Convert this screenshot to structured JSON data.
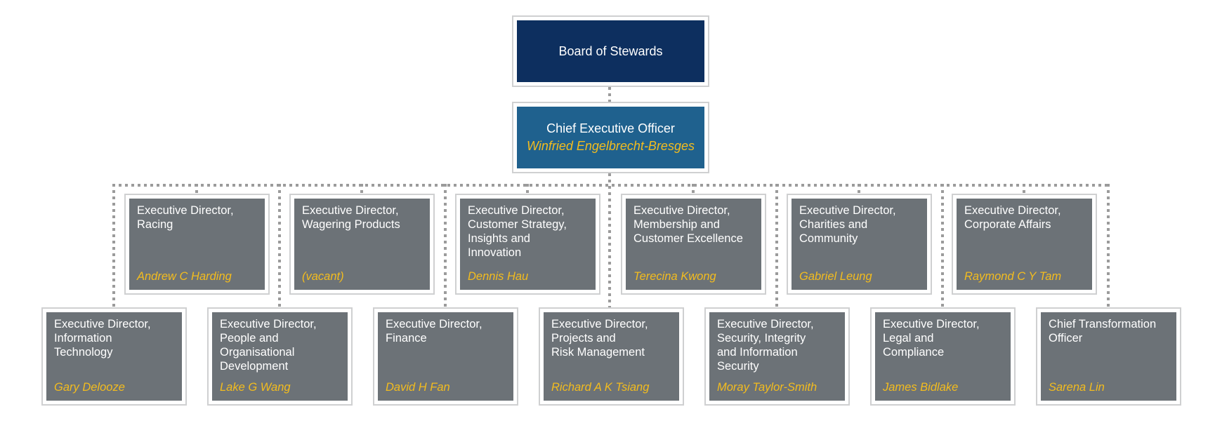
{
  "colors": {
    "navy": "#0d2f5f",
    "blue": "#1f618e",
    "gray": "#6c7277",
    "yellow": "#f3bc1e",
    "frame": "#cfd0d1",
    "dot": "#9b9b9b"
  },
  "org": {
    "board": {
      "title": "Board of Stewards"
    },
    "ceo": {
      "title": "Chief Executive Officer",
      "name": "Winfried Engelbrecht-Bresges"
    },
    "level2": [
      {
        "title": "Executive Director,\nRacing",
        "name": "Andrew C Harding"
      },
      {
        "title": "Executive Director,\nWagering Products",
        "name": "(vacant)"
      },
      {
        "title": "Executive Director,\nCustomer Strategy,\nInsights and\nInnovation",
        "name": "Dennis Hau"
      },
      {
        "title": "Executive Director,\nMembership and\nCustomer Excellence",
        "name": "Terecina Kwong"
      },
      {
        "title": "Executive Director,\nCharities and\nCommunity",
        "name": "Gabriel Leung"
      },
      {
        "title": "Executive Director,\nCorporate Affairs",
        "name": "Raymond C Y Tam"
      }
    ],
    "level3": [
      {
        "title": "Executive Director,\nInformation\nTechnology",
        "name": "Gary Delooze"
      },
      {
        "title": "Executive Director,\nPeople and\nOrganisational\nDevelopment",
        "name": "Lake G Wang"
      },
      {
        "title": "Executive Director,\nFinance",
        "name": "David H Fan"
      },
      {
        "title": "Executive Director,\nProjects and\nRisk Management",
        "name": "Richard A K Tsiang"
      },
      {
        "title": "Executive Director,\nSecurity, Integrity\nand Information\nSecurity",
        "name": "Moray Taylor-Smith"
      },
      {
        "title": "Executive Director,\nLegal and\nCompliance",
        "name": "James Bidlake"
      },
      {
        "title": "Chief Transformation\nOfficer",
        "name": "Sarena Lin"
      }
    ]
  }
}
